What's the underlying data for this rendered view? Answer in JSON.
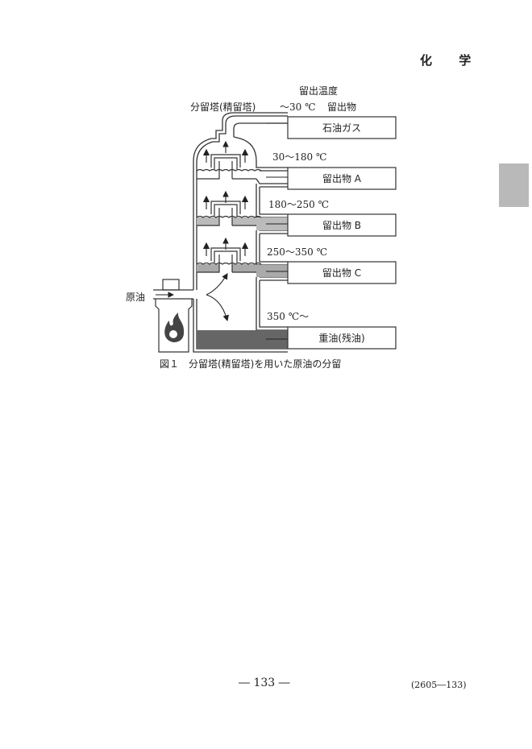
{
  "header": {
    "subject": "化 学"
  },
  "figure": {
    "caption": "図１　分留塔(精留塔)を用いた原油の分留",
    "column_label": "分留塔(精留塔)",
    "temp_header": "留出温度",
    "product_header": "留出物",
    "feed_label": "原油",
    "fractions": [
      {
        "temp": "～30 ℃",
        "product": "石油ガス"
      },
      {
        "temp": "30～180 ℃",
        "product": "留出物 A"
      },
      {
        "temp": "180～250 ℃",
        "product": "留出物 B"
      },
      {
        "temp": "250～350 ℃",
        "product": "留出物 C"
      },
      {
        "temp": "350 ℃～",
        "product": "重油(残油)"
      }
    ]
  },
  "footer": {
    "page_number": "― 133 ―",
    "code": "(2605―133)"
  }
}
